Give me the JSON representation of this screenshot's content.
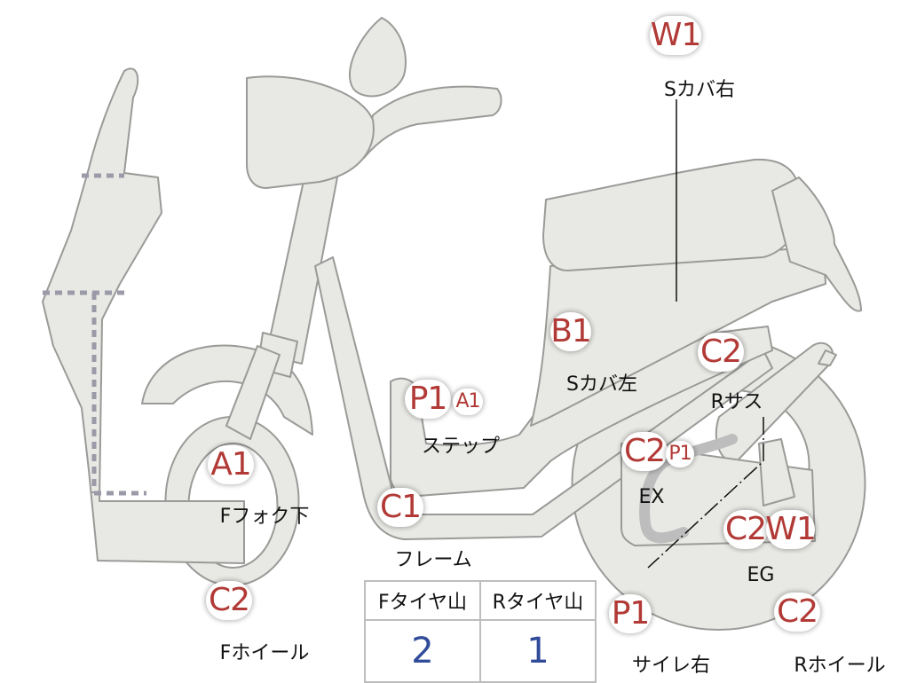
{
  "colors": {
    "part_fill": "#e8e8e4",
    "part_stroke": "#9a9a98",
    "code_text": "#b23a36",
    "tire_value": "#2f4b9a"
  },
  "labels": {
    "s_cover_right": {
      "codes": [
        "W1"
      ],
      "caption": "Sカバ右"
    },
    "s_cover_left": {
      "codes": [
        "B1"
      ],
      "caption": "Sカバ左"
    },
    "rear_suspension": {
      "codes": [
        "C2"
      ],
      "caption": "Rサス"
    },
    "step": {
      "codes": [
        "P1",
        "A1"
      ],
      "caption": "ステップ"
    },
    "exhaust": {
      "codes": [
        "C2",
        "P1"
      ],
      "caption": "EX"
    },
    "front_fork_lower": {
      "codes": [
        "A1"
      ],
      "caption": "Fフォク下"
    },
    "frame": {
      "codes": [
        "C1"
      ],
      "caption": "フレーム"
    },
    "engine": {
      "codes": [
        "C2",
        "W1"
      ],
      "caption": "EG"
    },
    "front_wheel": {
      "codes": [
        "C2"
      ],
      "caption": "Fホイール"
    },
    "muffler_right": {
      "codes": [
        "P1"
      ],
      "caption": "サイレ右"
    },
    "rear_wheel": {
      "codes": [
        "C2"
      ],
      "caption": "Rホイール"
    }
  },
  "tire_tread": {
    "headers": [
      "Fタイヤ山",
      "Rタイヤ山"
    ],
    "values": [
      "2",
      "1"
    ]
  }
}
